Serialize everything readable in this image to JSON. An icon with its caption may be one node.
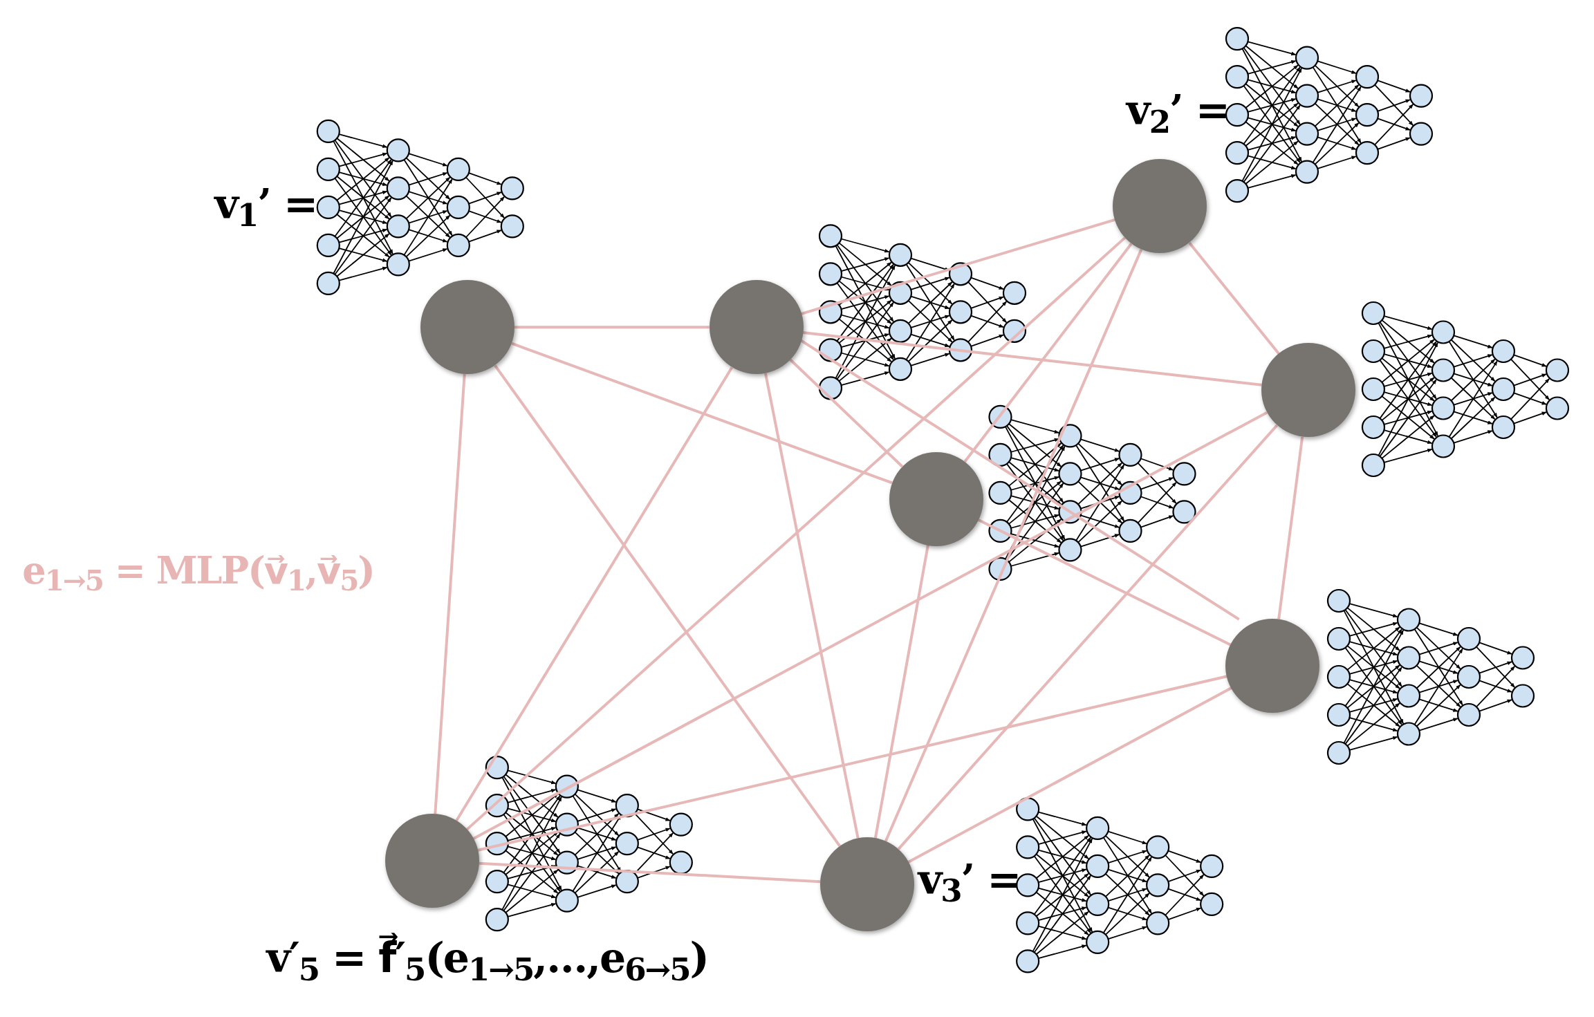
{
  "diagram": {
    "nodes": [
      {
        "text": [],
        "shape": "circle",
        "beside": [
          "v$_{2}$’ ="
        ]
      },
      {
        "text": [],
        "shape": "circle",
        "beside": [
          "v$_{1}$’ ="
        ]
      },
      {
        "text": [],
        "shape": "circle"
      },
      {
        "text": [],
        "shape": "circle"
      },
      {
        "text": [],
        "shape": "circle"
      },
      {
        "text": [],
        "shape": "circle"
      },
      {
        "text": [],
        "shape": "circle",
        "beside": [
          "v′$_{5}$ = f⃗′$_{5}$(e$_{1→5}$,…,e$_{6→5}$)"
        ]
      },
      {
        "text": [],
        "shape": "circle",
        "beside": [
          "v$_{3}$’ ="
        ]
      }
    ],
    "edges": [
      {
        "from": 0,
        "to": 2,
        "arrow": "none"
      },
      {
        "from": 0,
        "to": 3,
        "arrow": "none"
      },
      {
        "from": 0,
        "to": 4,
        "arrow": "none"
      },
      {
        "from": 0,
        "to": 6,
        "arrow": "none"
      },
      {
        "from": 0,
        "to": 7,
        "arrow": "none"
      },
      {
        "from": 1,
        "to": 2,
        "arrow": "none"
      },
      {
        "from": 1,
        "to": 4,
        "arrow": "none"
      },
      {
        "from": 1,
        "to": 6,
        "arrow": "none"
      },
      {
        "from": 1,
        "to": 7,
        "arrow": "none"
      },
      {
        "from": 2,
        "to": 3,
        "arrow": "none"
      },
      {
        "from": 2,
        "to": 4,
        "arrow": "none"
      },
      {
        "from": 2,
        "to": 5,
        "arrow": "none"
      },
      {
        "from": 2,
        "to": 6,
        "arrow": "none"
      },
      {
        "from": 2,
        "to": 7,
        "arrow": "none"
      },
      {
        "from": 3,
        "to": 5,
        "arrow": "none"
      },
      {
        "from": 3,
        "to": 6,
        "arrow": "none"
      },
      {
        "from": 3,
        "to": 7,
        "arrow": "none"
      },
      {
        "from": 4,
        "to": 5,
        "arrow": "none"
      },
      {
        "from": 4,
        "to": 7,
        "arrow": "none"
      },
      {
        "from": 5,
        "to": 6,
        "arrow": "none"
      },
      {
        "from": 5,
        "to": 7,
        "arrow": "none"
      },
      {
        "from": 6,
        "to": 7,
        "arrow": "none"
      }
    ],
    "labels": [
      "e$_{1→5}$ = MLP(v⃗$_{1}$,v⃗$_{5}$)"
    ]
  }
}
